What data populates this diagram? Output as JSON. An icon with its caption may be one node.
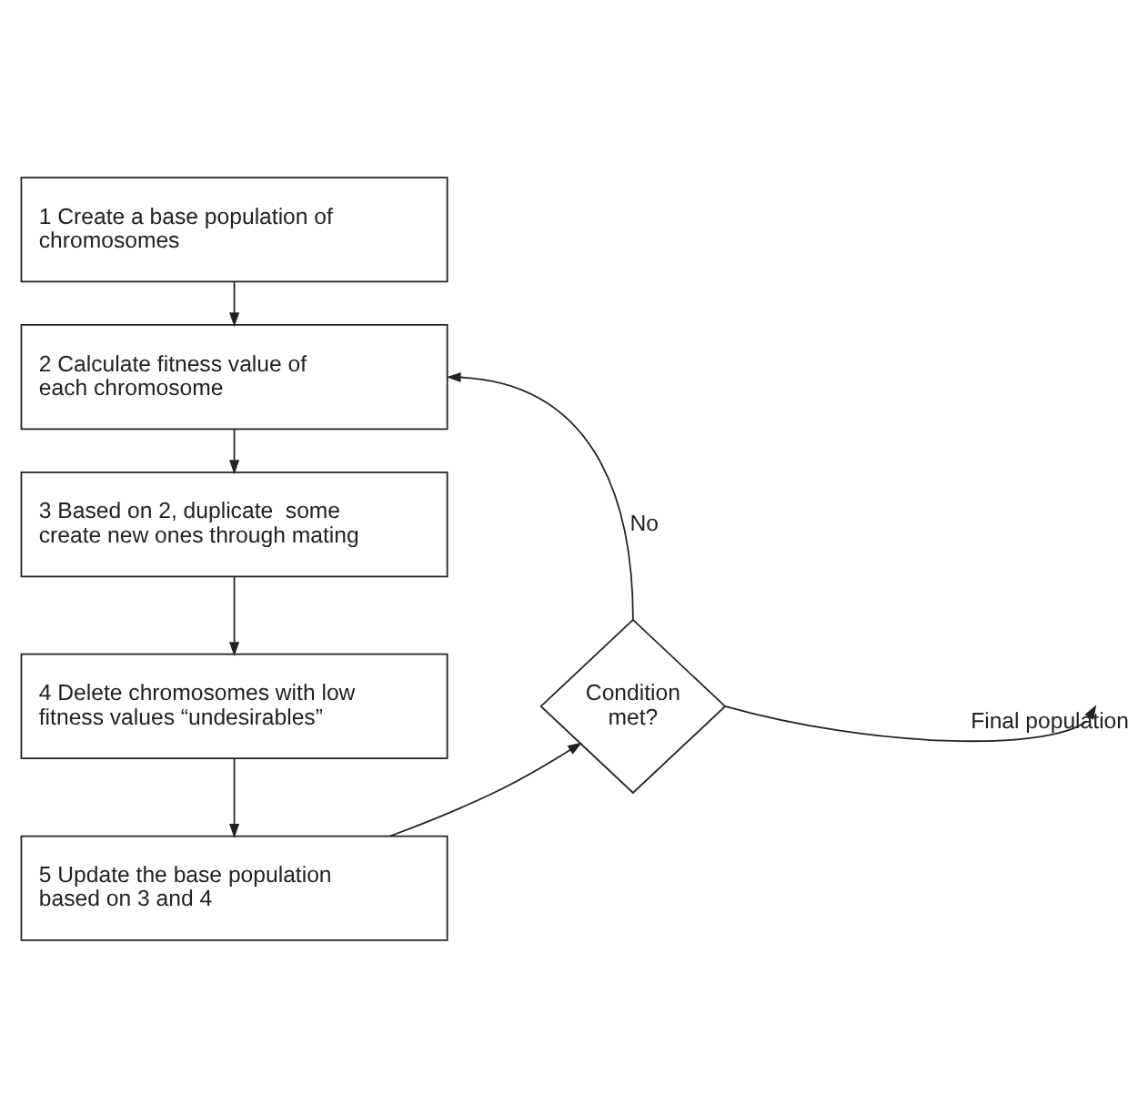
{
  "diagram": {
    "nodes": [
      {
        "text": [
          "1 Create a base population of chromosomes"
        ]
      },
      {
        "text": [
          "2 Calculate fitness value of each chromosome"
        ]
      },
      {
        "text": [
          "3 Based on 2, duplicate  some create new ones through mating"
        ]
      },
      {
        "text": [
          "4 Delete chromosomes with low fitness values “undesirables”"
        ]
      },
      {
        "text": [
          "5 Update the base population based on 3 and 4"
        ]
      },
      {
        "text": [
          "Condition met?"
        ]
      }
    ],
    "edges": [
      {
        "from": 0,
        "to": 1,
        "arrow": "to"
      },
      {
        "from": 1,
        "to": 2,
        "arrow": "to"
      },
      {
        "from": 2,
        "to": 3,
        "arrow": "to"
      },
      {
        "from": 3,
        "to": 4,
        "arrow": "to"
      },
      {
        "from": 4,
        "to": 5,
        "arrow": "to"
      },
      {
        "from": 5,
        "to": 1,
        "arrow": "to",
        "label": "No"
      },
      {
        "from": 5,
        "to": null,
        "arrow": "to",
        "label": "Final population"
      }
    ]
  }
}
